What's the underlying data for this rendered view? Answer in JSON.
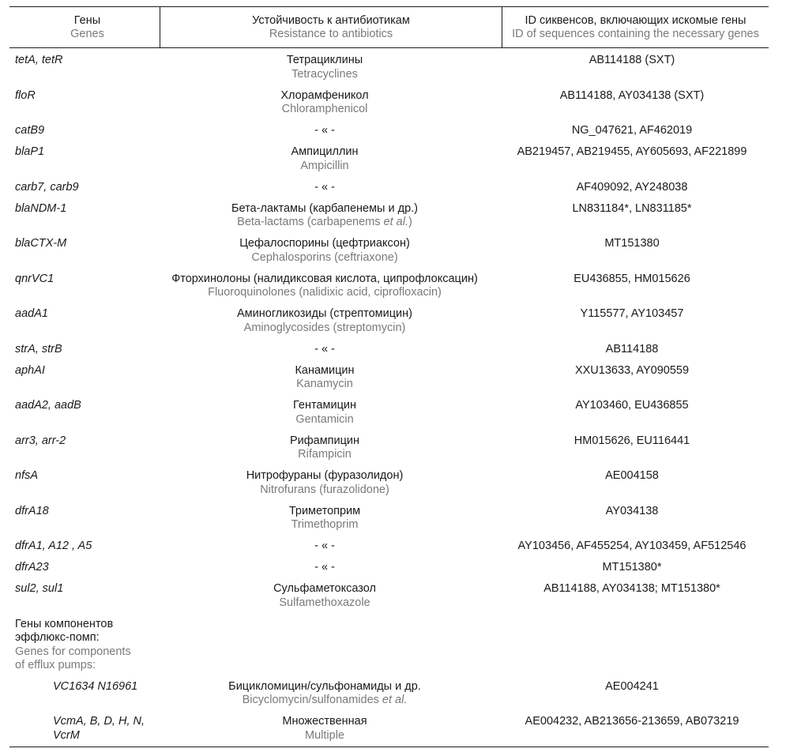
{
  "header": {
    "genes_ru": "Гены",
    "genes_en": "Genes",
    "resistance_ru": "Устойчивость к антибиотикам",
    "resistance_en": "Resistance to antibiotics",
    "ids_ru": "ID сиквенсов, включающих искомые гены",
    "ids_en": "ID of sequences containing the necessary genes"
  },
  "rows": [
    {
      "gene": "tetA, tetR",
      "ru": "Тетрациклины",
      "en": "Tetracyclines",
      "ids": "AB114188 (SXT)"
    },
    {
      "gene": "floR",
      "ru": "Хлорамфеникол",
      "en": "Chloramphenicol",
      "ids": "AB114188, AY034138 (SXT)"
    },
    {
      "gene": "catB9",
      "ru": "- « -",
      "en": "",
      "ids": "NG_047621, AF462019"
    },
    {
      "gene": "blaP1",
      "ru": "Ампициллин",
      "en": "Ampicillin",
      "ids": "AB219457, AB219455, AY605693, AF221899"
    },
    {
      "gene": "carb7, carb9",
      "ru": "- « -",
      "en": "",
      "ids": "AF409092, AY248038"
    },
    {
      "gene": "blaNDM-1",
      "ru": "Бета-лактамы (карбапенемы и др.)",
      "en_pre": "Beta-lactams (carbapenems ",
      "en_it": "et al.",
      "en_post": ")",
      "ids": "LN831184*, LN831185*"
    },
    {
      "gene": "blaCTX-M",
      "ru": "Цефалоспорины (цефтриаксон)",
      "en": "Cephalosporins (ceftriaxone)",
      "ids": "MT151380"
    },
    {
      "gene": "qnrVC1",
      "ru": "Фторхинолоны (налидиксовая кислота, ципрофлоксацин)",
      "en": "Fluoroquinolones (nalidixic acid, ciprofloxacin)",
      "ids": "EU436855, HM015626"
    },
    {
      "gene": "aadA1",
      "ru": "Аминогликозиды (стрептомицин)",
      "en": "Aminoglycosides (streptomycin)",
      "ids": "Y115577, AY103457"
    },
    {
      "gene": "strA, strB",
      "ru": "- « -",
      "en": "",
      "ids": "AB114188"
    },
    {
      "gene": "aphAI",
      "ru": "Канамицин",
      "en": "Kanamycin",
      "ids": "XXU13633, AY090559"
    },
    {
      "gene": "aadA2, aadB",
      "ru": "Гентамицин",
      "en": "Gentamicin",
      "ids": "AY103460, EU436855"
    },
    {
      "gene": "arr3, arr-2",
      "ru": "Рифампицин",
      "en": "Rifampicin",
      "ids": "HM015626, EU116441"
    },
    {
      "gene": "nfsA",
      "ru": "Нитрофураны (фуразолидон)",
      "en": "Nitrofurans (furazolidone)",
      "ids": "AE004158"
    },
    {
      "gene": "dfrA18",
      "ru": "Триметоприм",
      "en": "Trimethoprim",
      "ids": "AY034138"
    },
    {
      "gene": "dfrA1, A12 , A5",
      "ru": "- « -",
      "en": "",
      "ids": "AY103456, AF455254, AY103459, AF512546"
    },
    {
      "gene": "dfrA23",
      "ru": "- « -",
      "en": "",
      "ids": "MT151380*"
    },
    {
      "gene": "sul2, sul1",
      "ru": "Сульфаметоксазол",
      "en": "Sulfamethoxazole",
      "ids": "AB114188, AY034138; MT151380*"
    }
  ],
  "efflux": {
    "label_ru_1": "Гены компонентов",
    "label_ru_2": "эффлюкс-помп:",
    "label_en_1": "Genes for components",
    "label_en_2": "of efflux pumps:",
    "rows": [
      {
        "gene": "VC1634 N16961",
        "ru": "Бицикломицин/сульфонамиды и др.",
        "en_pre": "Bicyclomycin/sulfonamides ",
        "en_it": "et al.",
        "en_post": "",
        "ids": "AE004241"
      },
      {
        "gene_1": "VcmA, B, D, H, N,",
        "gene_2": "VcrM",
        "ru": "Множественная",
        "en": "Multiple",
        "ids": "AE004232, AB213656-213659, AB073219"
      }
    ]
  }
}
